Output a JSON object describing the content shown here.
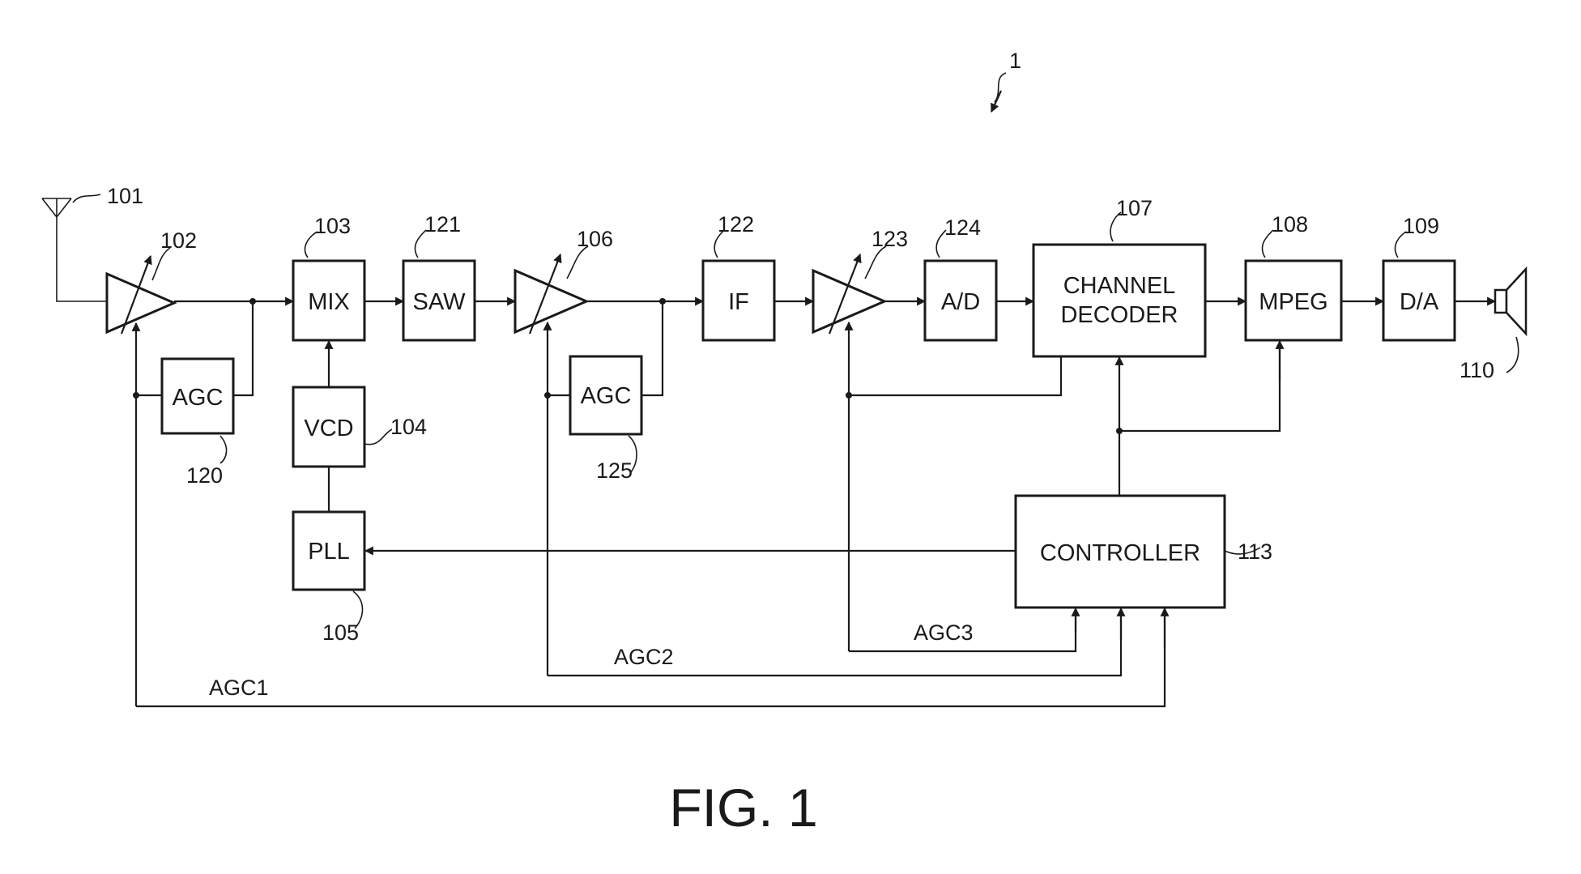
{
  "figure": {
    "title": "FIG. 1",
    "device_ref": "1"
  },
  "blocks": {
    "mix": {
      "label": "MIX",
      "ref": "103"
    },
    "saw": {
      "label": "SAW",
      "ref": "121"
    },
    "if": {
      "label": "IF",
      "ref": "122"
    },
    "ad": {
      "label": "A/D",
      "ref": "124"
    },
    "channel_decoder": {
      "label_line1": "CHANNEL",
      "label_line2": "DECODER",
      "ref": "107"
    },
    "mpeg": {
      "label": "MPEG",
      "ref": "108"
    },
    "da": {
      "label": "D/A",
      "ref": "109"
    },
    "agc1_box": {
      "label": "AGC",
      "ref": "120"
    },
    "agc2_box": {
      "label": "AGC",
      "ref": "125"
    },
    "vcd": {
      "label": "VCD",
      "ref": "104"
    },
    "pll": {
      "label": "PLL",
      "ref": "105"
    },
    "controller": {
      "label": "CONTROLLER",
      "ref": "113"
    }
  },
  "components": {
    "antenna": {
      "ref": "101"
    },
    "amp1": {
      "ref": "102"
    },
    "amp2": {
      "ref": "106"
    },
    "amp3": {
      "ref": "123"
    },
    "speaker": {
      "ref": "110"
    }
  },
  "signals": {
    "agc1": "AGC1",
    "agc2": "AGC2",
    "agc3": "AGC3"
  }
}
